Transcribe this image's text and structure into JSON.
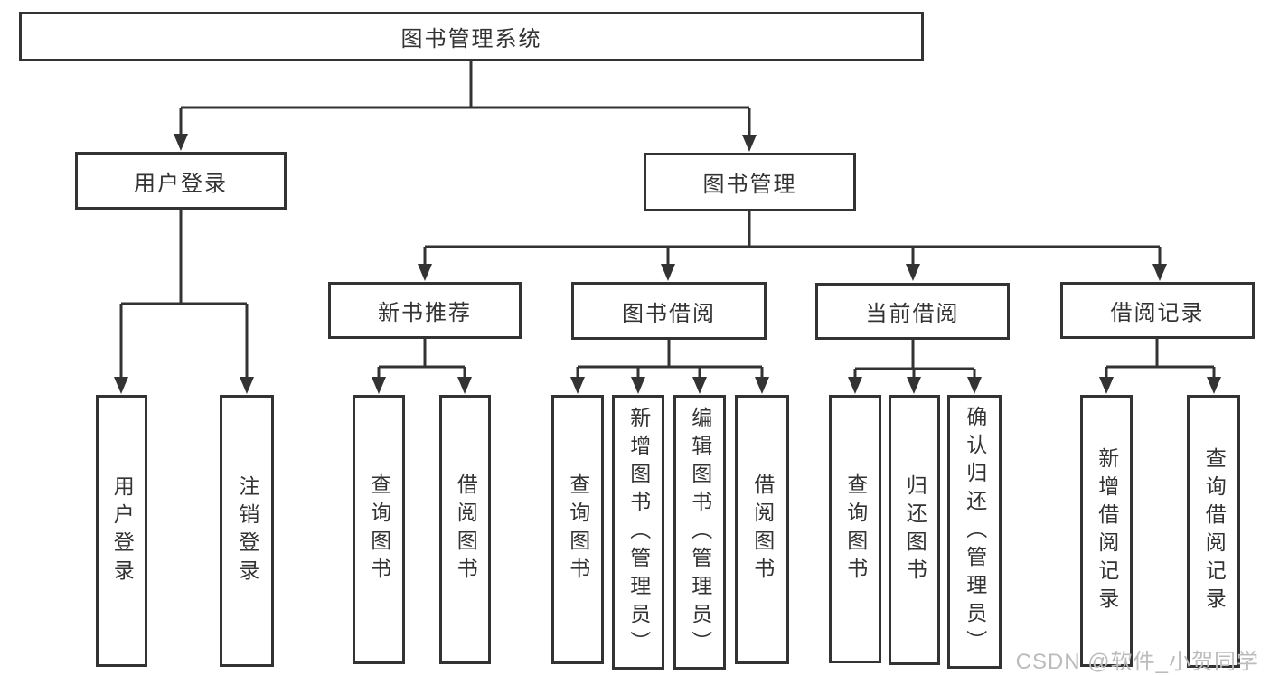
{
  "tree": {
    "root": "图书管理系统",
    "level2": [
      {
        "label": "用户登录"
      },
      {
        "label": "图书管理"
      }
    ],
    "level3": [
      {
        "label": "新书推荐"
      },
      {
        "label": "图书借阅"
      },
      {
        "label": "当前借阅"
      },
      {
        "label": "借阅记录"
      }
    ],
    "leaves": {
      "user_login": [
        "用户登录",
        "注销登录"
      ],
      "new_book": [
        "查询图书",
        "借阅图书"
      ],
      "book_borrow": [
        "查询图书",
        "新增图书（管理员）",
        "编辑图书（管理员）",
        "借阅图书"
      ],
      "current_borrow": [
        "查询图书",
        "归还图书",
        "确认归还（管理员）"
      ],
      "borrow_record": [
        "新增借阅记录",
        "查询借阅记录"
      ]
    }
  },
  "watermark": "CSDN @软件_小贺同学",
  "colors": {
    "line": "#333333",
    "text": "#333333",
    "box_background": "#ffffff",
    "watermark": "#bcbcbc"
  }
}
